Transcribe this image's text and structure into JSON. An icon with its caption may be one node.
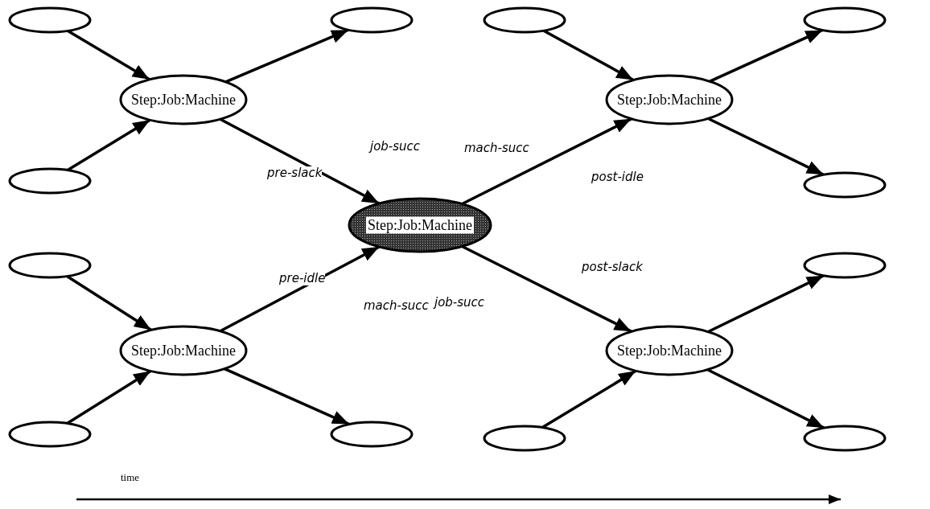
{
  "diagram": {
    "nodes": [
      {
        "text": [],
        "shape": "ellipse"
      },
      {
        "text": [],
        "shape": "ellipse"
      },
      {
        "text": [],
        "shape": "ellipse"
      },
      {
        "text": [],
        "shape": "ellipse"
      },
      {
        "text": [
          "Step:Job:Machine"
        ]
      },
      {
        "text": [
          "Step:Job:Machine"
        ]
      },
      {
        "text": [],
        "shape": "ellipse"
      },
      {
        "text": [],
        "shape": "ellipse"
      },
      {
        "text": [
          "Step:Job:Machine"
        ]
      },
      {
        "text": [],
        "shape": "ellipse"
      },
      {
        "text": [],
        "shape": "ellipse"
      },
      {
        "text": [
          "Step:Job:Machine"
        ]
      },
      {
        "text": [
          "Step:Job:Machine"
        ]
      },
      {
        "text": [],
        "shape": "ellipse"
      },
      {
        "text": [],
        "shape": "ellipse"
      },
      {
        "text": [],
        "shape": "ellipse"
      },
      {
        "text": [],
        "shape": "ellipse"
      }
    ],
    "edges": [
      {
        "from": 0,
        "to": 4,
        "arrow": "to"
      },
      {
        "from": 6,
        "to": 4,
        "arrow": "to"
      },
      {
        "from": 4,
        "to": 1,
        "arrow": "to"
      },
      {
        "from": 4,
        "to": 8,
        "arrow": "to",
        "label": "job-succ"
      },
      {
        "from": 2,
        "to": 5,
        "arrow": "to"
      },
      {
        "from": 5,
        "to": 3,
        "arrow": "to"
      },
      {
        "from": 5,
        "to": 7,
        "arrow": "to"
      },
      {
        "from": 8,
        "to": 5,
        "arrow": "to",
        "label": "mach-succ"
      },
      {
        "from": 9,
        "to": 11,
        "arrow": "to"
      },
      {
        "from": 13,
        "to": 11,
        "arrow": "to"
      },
      {
        "from": 11,
        "to": 14,
        "arrow": "to"
      },
      {
        "from": 11,
        "to": 8,
        "arrow": "to",
        "label": "mach-succ"
      },
      {
        "from": 8,
        "to": 12,
        "arrow": "to",
        "label": "job-succ"
      },
      {
        "from": 15,
        "to": 12,
        "arrow": "to"
      },
      {
        "from": 12,
        "to": 10,
        "arrow": "to"
      },
      {
        "from": 12,
        "to": 16,
        "arrow": "to"
      }
    ],
    "labels": [
      "pre-slack",
      "post-idle",
      "pre-idle",
      "post-slack",
      "time"
    ]
  }
}
